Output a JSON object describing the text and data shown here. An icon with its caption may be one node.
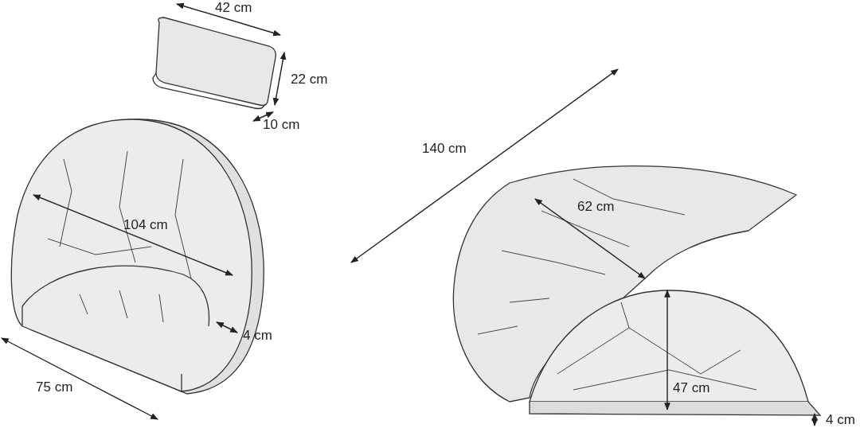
{
  "diagram": {
    "labels": [
      "42 cm",
      "22 cm",
      "10 cm",
      "140 cm",
      "104 cm",
      "62 cm",
      "4 cm",
      "75 cm",
      "47 cm",
      "4 cm"
    ]
  }
}
